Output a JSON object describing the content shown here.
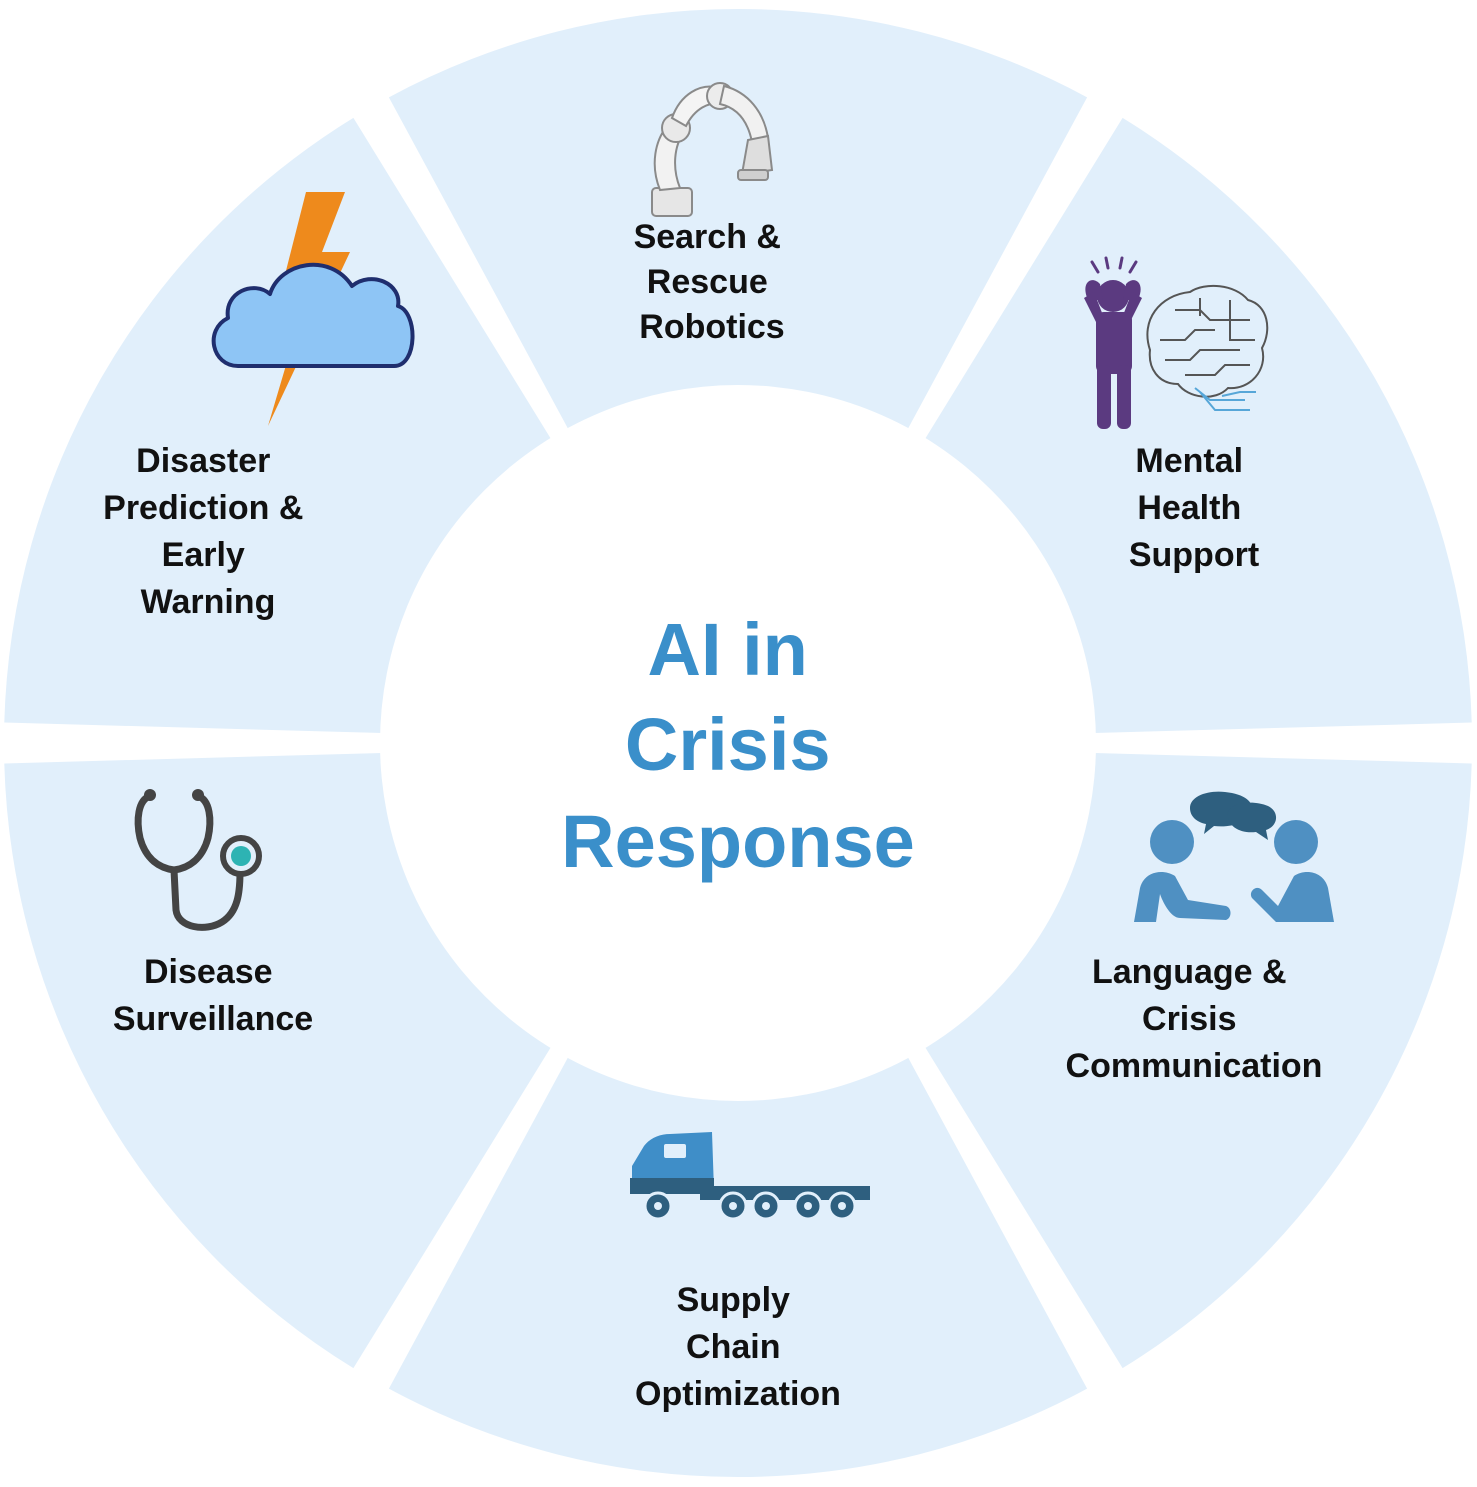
{
  "center": {
    "title_lines": [
      "AI in",
      "Crisis",
      "Response"
    ],
    "color": "#3a8fca"
  },
  "colors": {
    "segment_fill": "#e1effb",
    "background": "#ffffff",
    "label": "#111111"
  },
  "segments": [
    {
      "id": "search-rescue",
      "label_lines": [
        "Search &",
        "Rescue",
        "Robotics"
      ],
      "icon": "robot-arm-icon"
    },
    {
      "id": "mental-health",
      "label_lines": [
        "Mental",
        "Health",
        "Support"
      ],
      "icon": "stressed-person-brain-icon"
    },
    {
      "id": "language-crisis",
      "label_lines": [
        "Language &",
        "Crisis",
        "Communication"
      ],
      "icon": "conversation-people-icon"
    },
    {
      "id": "supply-chain",
      "label_lines": [
        "Supply",
        "Chain",
        "Optimization"
      ],
      "icon": "truck-icon"
    },
    {
      "id": "disease-surveillance",
      "label_lines": [
        "Disease",
        "Surveillance"
      ],
      "icon": "stethoscope-icon"
    },
    {
      "id": "disaster-prediction",
      "label_lines": [
        "Disaster",
        "Prediction &",
        "Early",
        "Warning"
      ],
      "icon": "storm-cloud-icon"
    }
  ]
}
